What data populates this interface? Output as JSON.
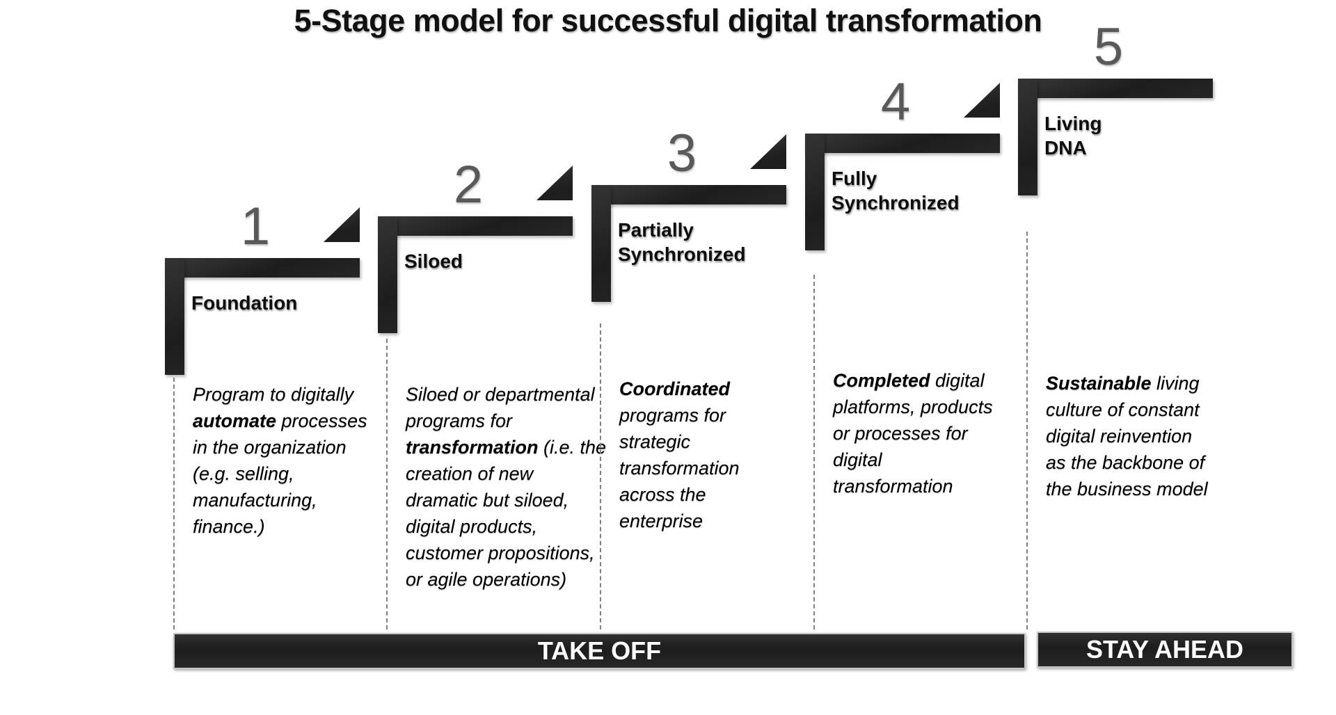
{
  "title": "5-Stage model for successful digital transformation",
  "stages": [
    {
      "number": "1",
      "name": "Foundation",
      "description": {
        "pre": "Program to digitally\n",
        "bold": "automate",
        "post": " processes\nin the organization\n(e.g. selling,\nmanufacturing,\nfinance.)"
      }
    },
    {
      "number": "2",
      "name": "Siloed",
      "description": {
        "pre": "Siloed or departmental\nprograms for\n",
        "bold": "transformation",
        "post": " (i.e. the\ncreation of new\ndramatic but siloed,\ndigital products,\ncustomer propositions,\nor agile operations)"
      }
    },
    {
      "number": "3",
      "name": "Partially\nSynchronized",
      "description": {
        "pre": "",
        "bold": "Coordinated",
        "post": "\nprograms for\nstrategic\ntransformation\nacross the\nenterprise"
      }
    },
    {
      "number": "4",
      "name": "Fully\nSynchronized",
      "description": {
        "pre": "",
        "bold": "Completed",
        "post": " digital\nplatforms, products\nor processes for\ndigital\ntransformation"
      }
    },
    {
      "number": "5",
      "name": "Living DNA",
      "description": {
        "pre": "",
        "bold": "Sustainable",
        "post": " living\nculture of constant\ndigital reinvention\nas the backbone of\nthe business model"
      }
    }
  ],
  "phases": {
    "take_off": "TAKE OFF",
    "stay_ahead": "STAY AHEAD"
  },
  "colors": {
    "step_bar": "#262626",
    "stage_number": "#595959",
    "divider_dash": "#7f7f7f",
    "phase_bar": "#262626",
    "phase_label": "#ffffff",
    "background": "#ffffff",
    "text": "#000000"
  }
}
